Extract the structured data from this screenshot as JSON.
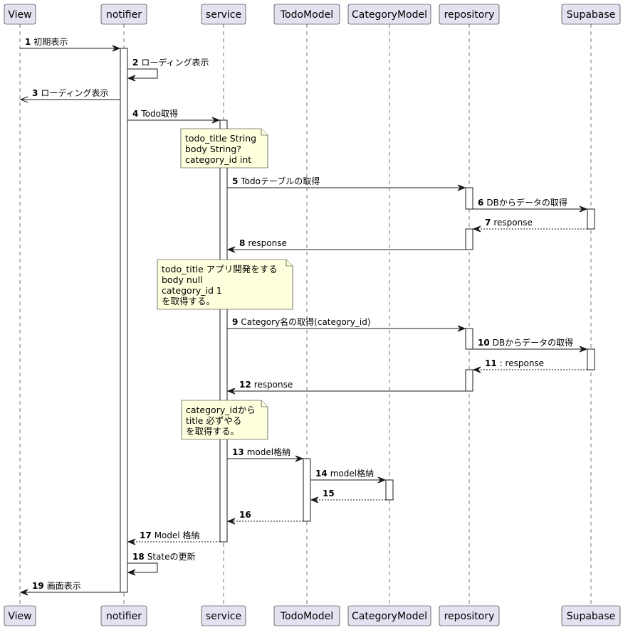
{
  "participants": [
    {
      "id": "view",
      "label": "View"
    },
    {
      "id": "notifier",
      "label": "notifier"
    },
    {
      "id": "service",
      "label": "service"
    },
    {
      "id": "todomodel",
      "label": "TodoModel"
    },
    {
      "id": "categorymodel",
      "label": "CategoryModel"
    },
    {
      "id": "repository",
      "label": "repository"
    },
    {
      "id": "supabase",
      "label": "Supabase"
    }
  ],
  "messages": [
    {
      "num": "1",
      "text": "初期表示",
      "from": "view",
      "to": "notifier",
      "style": "solid"
    },
    {
      "num": "2",
      "text": "ローディング表示",
      "from": "notifier",
      "to": "notifier",
      "style": "solid"
    },
    {
      "num": "3",
      "text": "ローディング表示",
      "from": "notifier",
      "to": "view",
      "style": "open"
    },
    {
      "num": "4",
      "text": "Todo取得",
      "from": "notifier",
      "to": "service",
      "style": "solid"
    },
    {
      "num": "5",
      "text": "Todoテーブルの取得",
      "from": "service",
      "to": "repository",
      "style": "solid"
    },
    {
      "num": "6",
      "text": "DBからデータの取得",
      "from": "repository",
      "to": "supabase",
      "style": "solid"
    },
    {
      "num": "7",
      "text": "response",
      "from": "supabase",
      "to": "repository",
      "style": "dashed"
    },
    {
      "num": "8",
      "text": "response",
      "from": "repository",
      "to": "service",
      "style": "solid"
    },
    {
      "num": "9",
      "text": "Category名の取得(category_id)",
      "from": "service",
      "to": "repository",
      "style": "solid"
    },
    {
      "num": "10",
      "text": "DBからデータの取得",
      "from": "repository",
      "to": "supabase",
      "style": "solid"
    },
    {
      "num": "11",
      "text": ": response",
      "from": "supabase",
      "to": "repository",
      "style": "dashed"
    },
    {
      "num": "12",
      "text": "response",
      "from": "repository",
      "to": "service",
      "style": "solid"
    },
    {
      "num": "13",
      "text": "model格納",
      "from": "service",
      "to": "todomodel",
      "style": "solid"
    },
    {
      "num": "14",
      "text": "model格納",
      "from": "todomodel",
      "to": "categorymodel",
      "style": "solid"
    },
    {
      "num": "15",
      "text": "",
      "from": "categorymodel",
      "to": "todomodel",
      "style": "dashed"
    },
    {
      "num": "16",
      "text": "",
      "from": "todomodel",
      "to": "service",
      "style": "dashed"
    },
    {
      "num": "17",
      "text": "Model 格納",
      "from": "service",
      "to": "notifier",
      "style": "dashed"
    },
    {
      "num": "18",
      "text": "Stateの更新",
      "from": "notifier",
      "to": "notifier",
      "style": "solid"
    },
    {
      "num": "19",
      "text": "画面表示",
      "from": "notifier",
      "to": "view",
      "style": "solid"
    }
  ],
  "notes": [
    {
      "lines": [
        "todo_title String",
        "body String?",
        "category_id int"
      ]
    },
    {
      "lines": [
        "todo_title アプリ開発をする",
        "body null",
        "category_id 1",
        "を取得する。"
      ]
    },
    {
      "lines": [
        "category_idから",
        "title 必ずやる",
        "を取得する。"
      ]
    }
  ]
}
